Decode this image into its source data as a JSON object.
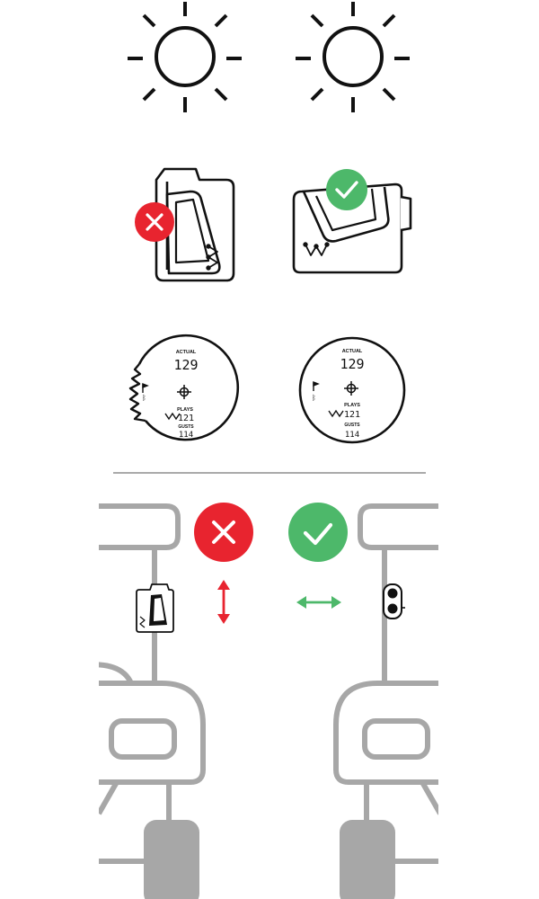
{
  "colors": {
    "line": "#111111",
    "bad": "#e8242f",
    "good": "#4db86a",
    "cart": "#a7a7a7",
    "divider": "#777777",
    "white": "#ffffff"
  },
  "display": {
    "actual_label": "ACTUAL",
    "actual_value": "129",
    "plays_label": "PLAYS",
    "plays_value": "121",
    "gusts_label": "GUSTS",
    "gusts_value": "114"
  },
  "icons": {
    "sun": "sun-icon",
    "rangefinder": "rangefinder-icon",
    "cross": "x-icon",
    "check": "check-icon",
    "vertical_arrow": "vertical-arrow-icon",
    "horizontal_arrow": "horizontal-arrow-icon"
  }
}
